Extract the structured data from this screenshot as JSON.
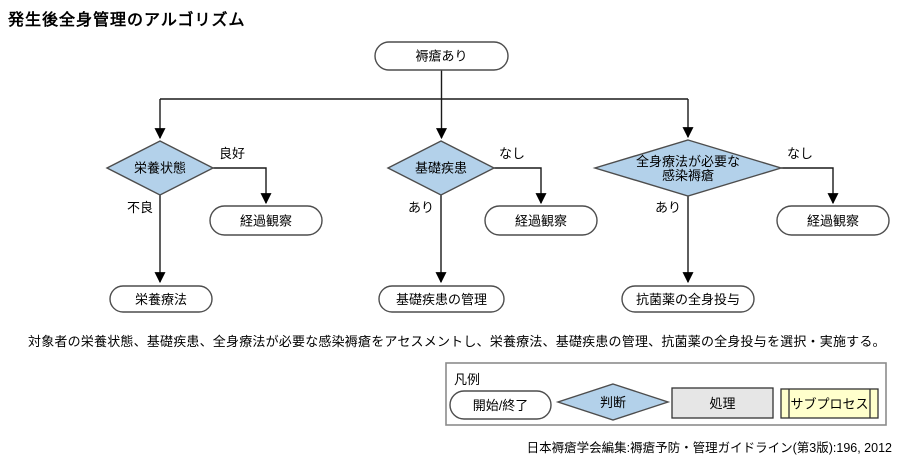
{
  "title": "発生後全身管理のアルゴリズム",
  "flowchart": {
    "start": "褥瘡あり",
    "decisions": [
      {
        "label": "栄養状態",
        "no_label": "良好",
        "no_result": "経過観察",
        "yes_label": "不良",
        "yes_result": "栄養療法"
      },
      {
        "label": "基礎疾患",
        "no_label": "なし",
        "no_result": "経過観察",
        "yes_label": "あり",
        "yes_result": "基礎疾患の管理"
      },
      {
        "lines": [
          "全身療法が必要な",
          "感染褥瘡"
        ],
        "no_label": "なし",
        "no_result": "経過観察",
        "yes_label": "あり",
        "yes_result": "抗菌薬の全身投与"
      }
    ]
  },
  "note": "対象者の栄養状態、基礎疾患、全身療法が必要な感染褥瘡をアセスメントし、栄養療法、基礎疾患の管理、抗菌薬の全身投与を選択・実施する。",
  "legend": {
    "title": "凡例",
    "start_end": "開始/終了",
    "decision": "判断",
    "process": "処理",
    "subprocess": "サブプロセス"
  },
  "citation": "日本褥瘡学会編集:褥瘡予防・管理ガイドライン(第3版):196, 2012",
  "colors": {
    "decision_fill": "#b3d1ea",
    "process_fill": "#e6e6e6",
    "subprocess_fill": "#ffffcc"
  }
}
